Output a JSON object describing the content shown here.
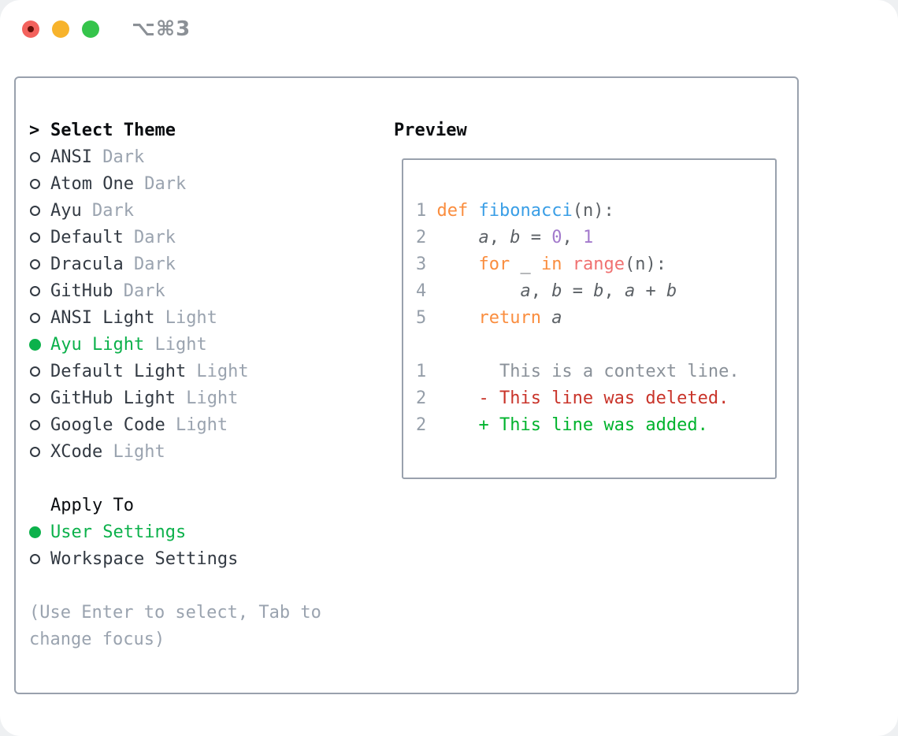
{
  "window": {
    "title": "⌥⌘3",
    "traffic_lights": [
      "close",
      "minimize",
      "zoom"
    ]
  },
  "theme_list": {
    "header_prefix": ">",
    "header": "Select Theme",
    "items": [
      {
        "name": "ANSI",
        "variant": "Dark",
        "selected": false
      },
      {
        "name": "Atom One",
        "variant": "Dark",
        "selected": false
      },
      {
        "name": "Ayu",
        "variant": "Dark",
        "selected": false
      },
      {
        "name": "Default",
        "variant": "Dark",
        "selected": false
      },
      {
        "name": "Dracula",
        "variant": "Dark",
        "selected": false
      },
      {
        "name": "GitHub",
        "variant": "Dark",
        "selected": false
      },
      {
        "name": "ANSI Light",
        "variant": "Light",
        "selected": false
      },
      {
        "name": "Ayu Light",
        "variant": "Light",
        "selected": true
      },
      {
        "name": "Default Light",
        "variant": "Light",
        "selected": false
      },
      {
        "name": "GitHub Light",
        "variant": "Light",
        "selected": false
      },
      {
        "name": "Google Code",
        "variant": "Light",
        "selected": false
      },
      {
        "name": "XCode",
        "variant": "Light",
        "selected": false
      }
    ]
  },
  "apply_to": {
    "header": "Apply To",
    "options": [
      {
        "label": "User Settings",
        "selected": true
      },
      {
        "label": "Workspace Settings",
        "selected": false
      }
    ]
  },
  "help": {
    "lines": [
      "(Use Enter to select, Tab to",
      "change focus)"
    ]
  },
  "preview": {
    "header": "Preview",
    "lines": [
      {
        "num": "1",
        "tokens": [
          {
            "c": "fg",
            "t": " "
          },
          {
            "c": "kw",
            "t": "def"
          },
          {
            "c": "fg",
            "t": " "
          },
          {
            "c": "fn",
            "t": "fibonacci"
          },
          {
            "c": "fg",
            "t": "(n):"
          }
        ]
      },
      {
        "num": "2",
        "tokens": [
          {
            "c": "fg",
            "t": "     "
          },
          {
            "c": "var",
            "t": "a"
          },
          {
            "c": "fg",
            "t": ", "
          },
          {
            "c": "var",
            "t": "b"
          },
          {
            "c": "fg",
            "t": " = "
          },
          {
            "c": "num",
            "t": "0"
          },
          {
            "c": "fg",
            "t": ", "
          },
          {
            "c": "num",
            "t": "1"
          }
        ]
      },
      {
        "num": "3",
        "tokens": [
          {
            "c": "fg",
            "t": "     "
          },
          {
            "c": "kw",
            "t": "for"
          },
          {
            "c": "fg",
            "t": " _ "
          },
          {
            "c": "kw",
            "t": "in"
          },
          {
            "c": "fg",
            "t": " "
          },
          {
            "c": "call",
            "t": "range"
          },
          {
            "c": "fg",
            "t": "(n):"
          }
        ]
      },
      {
        "num": "4",
        "tokens": [
          {
            "c": "fg",
            "t": "         "
          },
          {
            "c": "var",
            "t": "a"
          },
          {
            "c": "fg",
            "t": ", "
          },
          {
            "c": "var",
            "t": "b"
          },
          {
            "c": "fg",
            "t": " = "
          },
          {
            "c": "var",
            "t": "b"
          },
          {
            "c": "fg",
            "t": ", "
          },
          {
            "c": "var",
            "t": "a"
          },
          {
            "c": "fg",
            "t": " + "
          },
          {
            "c": "var",
            "t": "b"
          }
        ]
      },
      {
        "num": "5",
        "tokens": [
          {
            "c": "fg",
            "t": "     "
          },
          {
            "c": "kw",
            "t": "return"
          },
          {
            "c": "fg",
            "t": " "
          },
          {
            "c": "var",
            "t": "a"
          }
        ]
      },
      {
        "num": "",
        "tokens": []
      },
      {
        "num": "1",
        "tokens": [
          {
            "c": "ctx",
            "t": "       This is a context line."
          }
        ]
      },
      {
        "num": "2",
        "tokens": [
          {
            "c": "del",
            "t": "     - This line was deleted."
          }
        ]
      },
      {
        "num": "2",
        "tokens": [
          {
            "c": "add",
            "t": "     + This line was added."
          }
        ]
      }
    ]
  },
  "colors": {
    "heading": "#0b0d10",
    "text": "#333a43",
    "dim": "#9aa3af",
    "border": "#99a1ad",
    "selected_green": "#0cb14b",
    "keyword": "#fa8d3e",
    "function": "#399ee6",
    "call": "#f07171",
    "number": "#a37acc",
    "code_fg": "#5c6166",
    "line_number": "#959ea9",
    "diff_context": "#8a9199",
    "diff_deleted": "#c9342a",
    "diff_added": "#00b32d",
    "traffic_red": "#f3625d",
    "traffic_red_dot": "#650f08",
    "traffic_yellow": "#f7b32c",
    "traffic_green": "#35c44b",
    "title": "#8b9096"
  }
}
